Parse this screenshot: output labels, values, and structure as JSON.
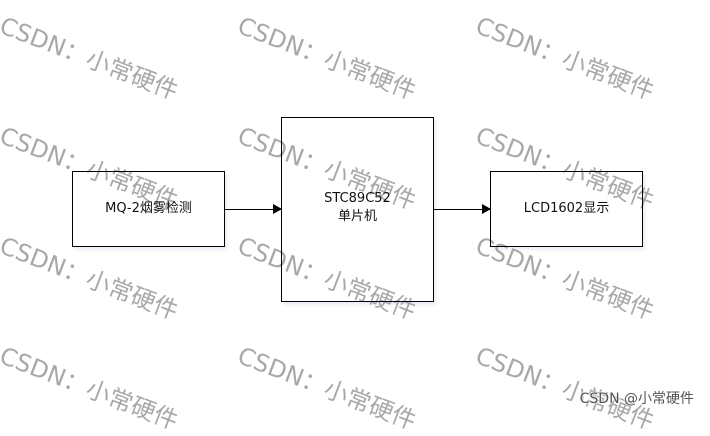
{
  "diagram": {
    "type": "block-diagram",
    "blocks": [
      {
        "id": "sensor",
        "label": "MQ-2烟雾检测"
      },
      {
        "id": "mcu",
        "label_line1": "STC89C52",
        "label_line2": "单片机"
      },
      {
        "id": "display",
        "label": "LCD1602显示"
      }
    ],
    "edges": [
      {
        "from": "sensor",
        "to": "mcu"
      },
      {
        "from": "mcu",
        "to": "display"
      }
    ]
  },
  "watermark": {
    "text": "CSDN：小常硬件",
    "color": "#9a9a9a"
  },
  "credit": "CSDN @小常硬件"
}
